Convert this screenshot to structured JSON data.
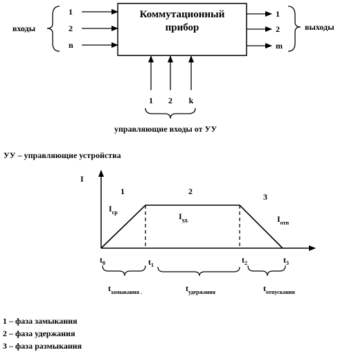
{
  "device": {
    "title_line1": "Коммутационный",
    "title_line2": "прибор"
  },
  "inputs": {
    "label": "входы",
    "items": [
      "1",
      "2",
      "n"
    ]
  },
  "outputs": {
    "label": "выходы",
    "items": [
      "1",
      "2",
      "m"
    ]
  },
  "control": {
    "items": [
      "1",
      "2",
      "k"
    ],
    "label": "управляющие входы от УУ"
  },
  "note": "УУ – управляющие устройства",
  "graph": {
    "ylabel": "I",
    "phases": [
      "1",
      "2",
      "3"
    ],
    "currents": [
      {
        "main": "I",
        "sub": "ср"
      },
      {
        "main": "I",
        "sub": "уд."
      },
      {
        "main": "I",
        "sub": "отп"
      }
    ],
    "times": [
      {
        "main": "t",
        "sub": "0"
      },
      {
        "main": "t",
        "sub": "1"
      },
      {
        "main": "t",
        "sub": "2"
      },
      {
        "main": "t",
        "sub": "3"
      }
    ],
    "durations": [
      {
        "main": "t",
        "sub": "замыкания ."
      },
      {
        "main": "t",
        "sub": "удержания"
      },
      {
        "main": "t",
        "sub": "отпускания"
      }
    ]
  },
  "legend": [
    "1 – фаза замыкания",
    "2 – фаза удержания",
    "3 – фаза размыкания"
  ]
}
